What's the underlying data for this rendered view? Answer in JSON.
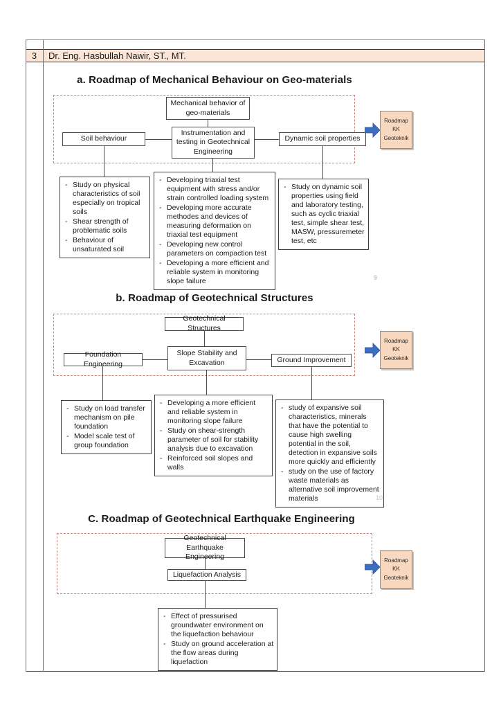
{
  "colors": {
    "header_bg": "#fbe5d6",
    "badge_bg": "#f8d9bf",
    "arrow_blue": "#3d6cc0",
    "arrow_outline": "#2b4f9e",
    "dashed_red": "#c9827c"
  },
  "header": {
    "row_index": "3",
    "lecturer_name": "Dr. Eng. Hasbullah Nawir, ST., MT."
  },
  "badge": {
    "text": "Roadmap\nKK\nGeoteknik"
  },
  "sections": {
    "a": {
      "title": "a. Roadmap of Mechanical Behaviour on Geo-materials",
      "page_number": "9",
      "nodes": {
        "root": "Mechanical behavior of\ngeo-materials",
        "center": "Instrumentation and\ntesting in Geotechnical\nEngineering",
        "left": "Soil behaviour",
        "right": "Dynamic soil properties"
      },
      "details": {
        "left": [
          "Study on physical characteristics of soil especially on tropical soils",
          "Shear strength of problematic soils",
          "Behaviour of unsaturated soil"
        ],
        "center": [
          "Developing triaxial test equipment with stress and/or strain controlled loading system",
          "Developing more accurate methodes and devices of measuring deformation on triaxial test equipment",
          "Developing new control parameters on compaction test",
          "Developing a more efficient and reliable system in monitoring slope failure"
        ],
        "right": [
          "Study on dynamic soil properties using field and laboratory testing, such as cyclic triaxial test, simple shear test, MASW, pressuremeter test, etc"
        ]
      }
    },
    "b": {
      "title": "b. Roadmap of Geotechnical Structures",
      "page_number": "10",
      "nodes": {
        "root": "Geotechnical Structures",
        "center": "Slope Stability and\nExcavation",
        "left": "Foundation Engineering",
        "right": "Ground Improvement"
      },
      "details": {
        "left": [
          "Study on load transfer mechanism on pile foundation",
          "Model scale test of group foundation"
        ],
        "center": [
          "Developing a more efficient and reliable system in monitoring slope failure",
          "Study on shear-strength parameter of soil for stability analysis due to excavation",
          "Reinforced soil slopes and walls"
        ],
        "right": [
          "study of expansive soil characteristics, minerals that have the potential to cause high swelling potential in the soil, detection in expansive soils more quickly and efficiently",
          "study on the use of factory waste materials as alternative soil improvement materials"
        ]
      }
    },
    "c": {
      "title": "C. Roadmap of Geotechnical Earthquake Engineering",
      "nodes": {
        "root": "Geotechnical Earthquake\nEngineering",
        "center": "Liquefaction Analysis"
      },
      "details": {
        "center": [
          "Effect of pressurised groundwater environment on the liquefaction behaviour",
          "Study on ground acceleration at the flow areas during liquefaction"
        ]
      }
    }
  }
}
